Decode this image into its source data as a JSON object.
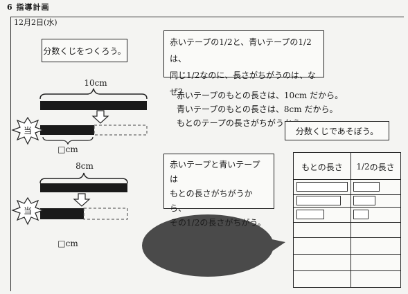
{
  "header": {
    "section": "6 指導計画"
  },
  "date": "12月2日(水)",
  "goal": "分数くじをつくろう。",
  "question": {
    "line1_a": "赤いテープの",
    "line1_frac1": "1/2",
    "line1_b": "と、青いテープの",
    "line1_frac2": "1/2",
    "line1_c": "は、",
    "line2_a": "同じ",
    "line2_frac": "1/2",
    "line2_b": "なのに、長さがちがうのは、なぜ?"
  },
  "explain": {
    "line1": "赤いテープのもとの長さは、10cm だから。",
    "line2": "青いテープのもとの長さは、8cm だから。",
    "line3": "もとのテープの長さがちがうから。"
  },
  "play_box": "分数くじであそぼう。",
  "tape_top": {
    "length_label": "10cm",
    "answer_label": "□cm",
    "stamp": "当"
  },
  "tape_bottom": {
    "length_label": "8cm",
    "answer_label": "□cm",
    "stamp": "当"
  },
  "conclusion": {
    "line1": "赤いテープと青いテープは",
    "line2": "もとの長さがちがうから、",
    "line3_a": "その",
    "line3_frac": "1/2",
    "line3_b": "の長さがちがう。"
  },
  "table": {
    "col1": "もとの長さ",
    "col2_frac": "1/2",
    "col2_suffix": "の長さ"
  },
  "colors": {
    "ink": "#1a1a1a",
    "bubble": "#4a4a4a",
    "paper": "#f4f4f2"
  }
}
